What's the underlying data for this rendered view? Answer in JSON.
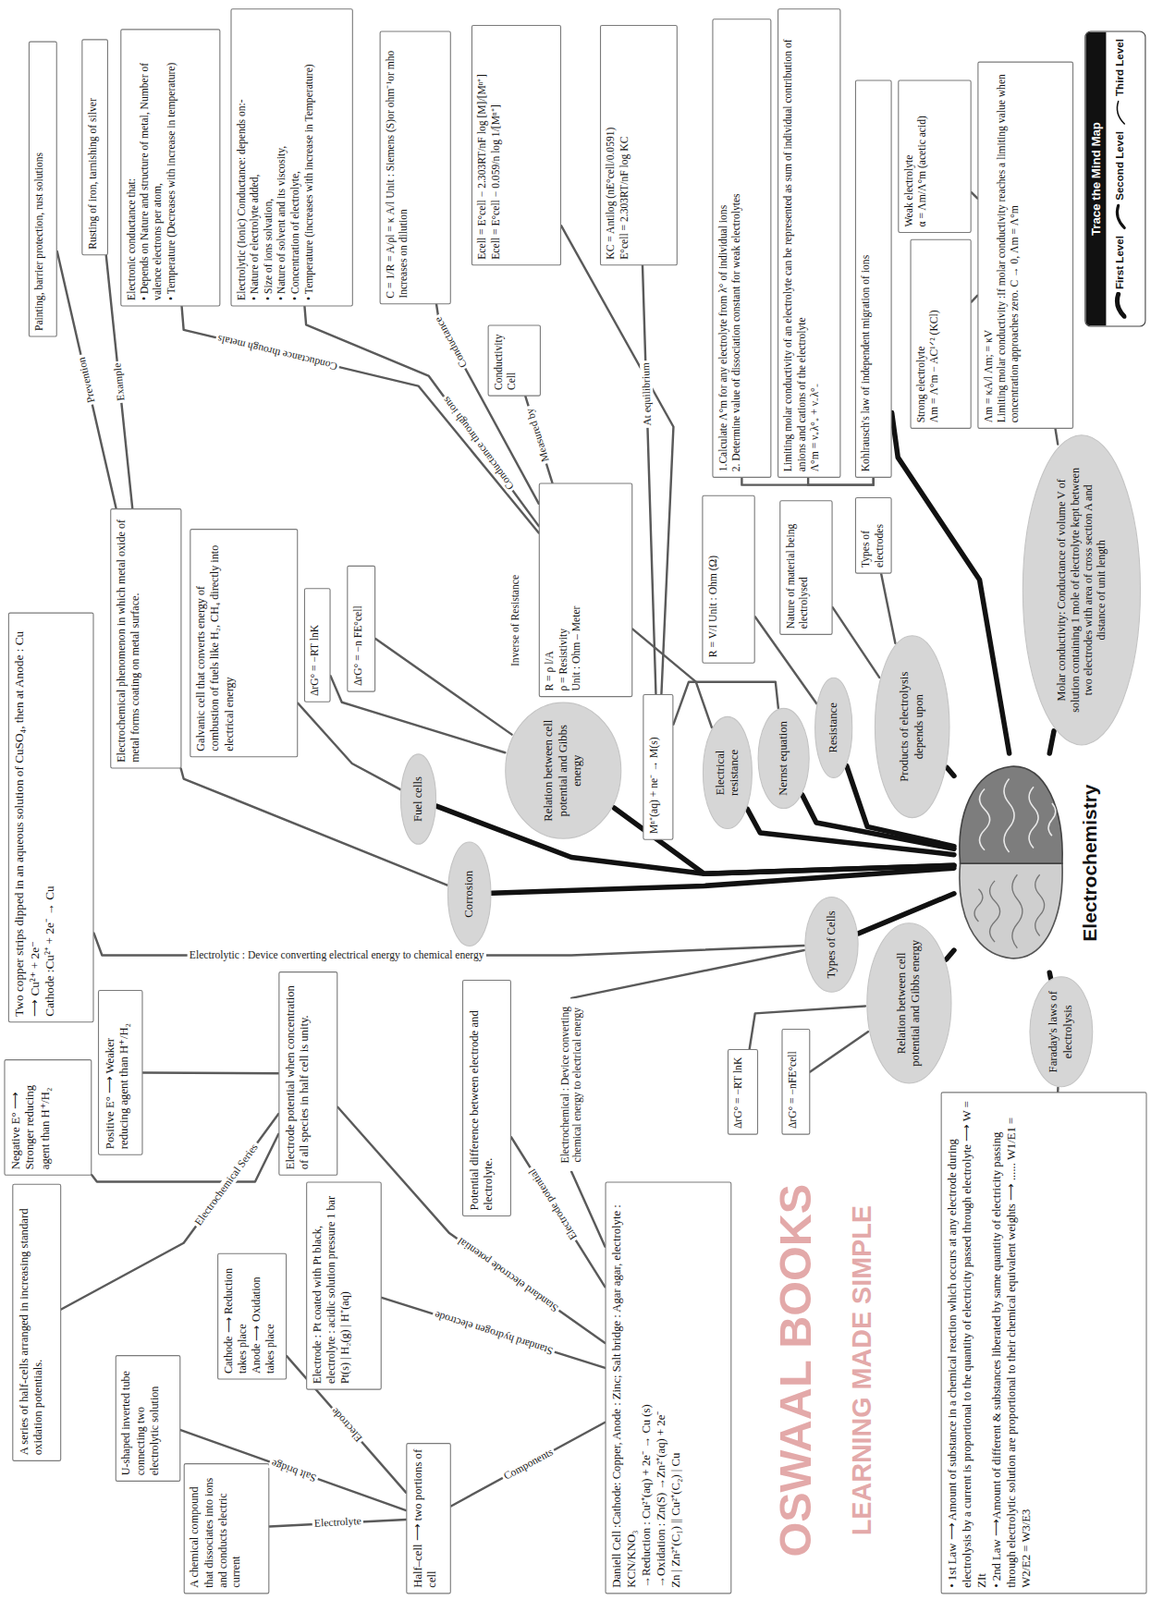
{
  "diagram": {
    "nodes": [
      {
        "text": [
          "Electrochemistry"
        ]
      },
      {
        "text": [
          "Painting, barrier protection, rust solutions"
        ]
      },
      {
        "text": [
          "Rusting of iron, tarnishing of silver"
        ]
      },
      {
        "text": [
          "Electronic conductance that:",
          "• Depends on Nature and structure of metal, Number of valence electrons per atom,",
          "• Temperature (Decreases with increase in temperature)"
        ]
      },
      {
        "text": [
          "Electrolytic (Ionic) Conductance: depends on:-",
          "• Nature of electrolyte added,",
          "• Size of ions solvation,",
          "• Nature of solvent and its viscosity,",
          "• Concentration of electrolyte,",
          "• Temperature (increases with increase in Temperature)"
        ]
      },
      {
        "text": [
          "C = 1/R = A/ρl = κ A/l Unit : Siemens (S)or ohm⁻¹or mho",
          "Increases on dilution"
        ]
      },
      {
        "text": [
          "Conductivity Cell"
        ]
      },
      {
        "text": [
          "Ecell = E°cell − 2.303RT/nF log [M]/[Mⁿ⁺]",
          "Ecell = E°cell − 0.059/n log 1/[Mⁿ⁺]"
        ]
      },
      {
        "text": [
          "KC = Antilog (nE°cell/0.0591)",
          "E°cell = 2.303RT/nF log KC"
        ]
      },
      {
        "text": [
          "1.Calculate Λ°m for any electrolyte from λ° of individual ions",
          "2. Determine value of dissociation constant for weak electrolytes"
        ]
      },
      {
        "text": [
          "Limiting molar conductivity of an electrolyte can be represented as sum of individual contribution of anions and cations of the electrolyte",
          "Λ°m = ν₊λ°₊ + ν₋λ°₋"
        ]
      },
      {
        "text": [
          "Kohlrausch's law of independent migration of ions"
        ]
      },
      {
        "text": [
          "Weak electrolyte",
          "α = Λm/Λ°m (acetic acid)"
        ]
      },
      {
        "text": [
          "Strong electrolyte",
          "Λm = Λ°m − AC¹ᐟ² (KCl)"
        ]
      },
      {
        "text": [
          "Λm = κA/l Λm; = κV",
          "Limiting molar conductivity :If molar conductivity reaches a limiting value when concentration approaches zero. C → 0, Λm = Λ°m"
        ]
      },
      {
        "text": [
          "R = ρ l/A",
          "ρ = Resistivity",
          "Unit : Ohm – Meter"
        ]
      },
      {
        "text": [
          "Mⁿ⁺(aq) + ne⁻ → M(s)"
        ]
      },
      {
        "text": [
          "R = V/I Unit : Ohm (Ω)"
        ]
      },
      {
        "text": [
          "Nature of material being electrolysed"
        ]
      },
      {
        "text": [
          "Types of electrodes"
        ]
      },
      {
        "text": [
          "Molar conductivity: Conductance of volume V of solution containing 1 mole of electrolyte kept between two electrodes with area of cross section A and distance of unit length"
        ]
      },
      {
        "text": [
          "Fuel cells"
        ]
      },
      {
        "text": [
          "Relation between cell potential and Gibbs energy"
        ]
      },
      {
        "text": [
          "Electrical resistance"
        ]
      },
      {
        "text": [
          "Nernst equation"
        ]
      },
      {
        "text": [
          "Resistance"
        ]
      },
      {
        "text": [
          "Products of electrolysis depends upon"
        ]
      },
      {
        "text": [
          "Corrosion"
        ]
      },
      {
        "text": [
          "Types of Cells"
        ]
      },
      {
        "text": [
          "Relation between cell potential and Gibbs energy"
        ]
      },
      {
        "text": [
          "Faraday's laws of electrolysis"
        ]
      },
      {
        "text": [
          "Galvanic cell that converts energy of combustion of fuels like H₂, CH₄ directly into electrical energy"
        ]
      },
      {
        "text": [
          "ΔrG° = −RT lnK"
        ]
      },
      {
        "text": [
          "ΔrG° = −n FE°cell"
        ]
      },
      {
        "text": [
          "Electrochemical phenomenon in which metal oxide of metal forms coating on metal surface."
        ]
      },
      {
        "text": [
          "Two copper strips dipped in an aqueous solution of CuSO₄, then at Anode : Cu ⟶ Cu²⁺ + 2e⁻",
          "Cathode :Cu²⁺ + 2e⁻ → Cu"
        ]
      },
      {
        "text": [
          "Positive E° ⟶ Weaker reducing agent than H⁺/H₂"
        ]
      },
      {
        "text": [
          "Negative E° ⟶ Stronger reducing agent than H⁺/H₂"
        ]
      },
      {
        "text": [
          "Electrode potential when concentration of all species in half cell is unity."
        ]
      },
      {
        "text": [
          "Potential difference between electrode and electrolyte."
        ]
      },
      {
        "text": [
          "A series of half-cells arranged in increasing standard oxidation potentials."
        ]
      },
      {
        "text": [
          "Electrode : Pt coated with Pt black, electrolyte : acidic solution pressure 1 bar Pt(s) | H₂(g) | H⁺(aq)"
        ]
      },
      {
        "text": [
          "U-shaped inverted tube connecting two electrolytic solution"
        ]
      },
      {
        "text": [
          "Cathode ⟶ Reduction takes place",
          "Anode ⟶ Oxidation takes place"
        ]
      },
      {
        "text": [
          "A chemical compound that dissociates into ions and conducts electric current"
        ]
      },
      {
        "text": [
          "Half–cell ⟶ two portions of cell"
        ]
      },
      {
        "text": [
          "Daniell Cell :Cathode: Copper, Anode : Zinc; Salt bridge : Agar agar, electrolyte : KCN/KNO₃",
          "→Reduction : Cu²⁺(aq) + 2e⁻ → Cu (s)",
          "→Oxidation : Zn(S) →Zn²⁺(aq) + 2e⁻",
          "Zn | Zn²⁺(C₁) || Cu²⁺(C₂) | Cu"
        ]
      },
      {
        "text": [
          "ΔrG° = −RT lnK"
        ]
      },
      {
        "text": [
          "ΔrG° = −nFE°cell"
        ]
      },
      {
        "text": [
          "• 1st Law ⟶ Amount of substance in a chemical reaction which occurs at any electrode during electrolysis by a current is proportional to the quantity of electricity passed through electrolyte ⟶ W = ZIt",
          "• 2nd Law ⟶Amount of different & substances liberated by same quantity of electricity passing through electrolytic solution are proportional to their chemical equivalent weights ⟶ ...... W1/E1 = W2/E2 = W3/E3"
        ]
      }
    ],
    "edges": [
      {
        "from": 0,
        "to": 27,
        "arrow": "none"
      },
      {
        "from": 27,
        "to": 34,
        "arrow": "none"
      },
      {
        "from": 34,
        "to": 1,
        "label": "Prevention",
        "arrow": "none"
      },
      {
        "from": 34,
        "to": 2,
        "label": "Example",
        "arrow": "none"
      },
      {
        "from": 0,
        "to": 21,
        "arrow": "none"
      },
      {
        "from": 21,
        "to": 31,
        "arrow": "none"
      },
      {
        "from": 0,
        "to": 22,
        "arrow": "none"
      },
      {
        "from": 22,
        "to": 32,
        "arrow": "none"
      },
      {
        "from": 22,
        "to": 33,
        "arrow": "none"
      },
      {
        "from": 0,
        "to": 23,
        "arrow": "none"
      },
      {
        "from": 23,
        "to": 15,
        "arrow": "none"
      },
      {
        "from": 15,
        "to": 6,
        "label": "Measured by",
        "arrow": "none"
      },
      {
        "from": 15,
        "to": 3,
        "label": "Conductance through metals",
        "arrow": "none"
      },
      {
        "from": 15,
        "to": 4,
        "label": "Conductance through ions",
        "arrow": "none"
      },
      {
        "from": 15,
        "to": 5,
        "label": "Conductance",
        "arrow": "none"
      },
      {
        "from": 0,
        "to": 24,
        "arrow": "none"
      },
      {
        "from": 24,
        "to": 16,
        "arrow": "none"
      },
      {
        "from": 16,
        "to": 7,
        "arrow": "none"
      },
      {
        "from": 16,
        "to": 8,
        "label": "At equilibrium",
        "arrow": "none"
      },
      {
        "from": 0,
        "to": 25,
        "arrow": "none"
      },
      {
        "from": 25,
        "to": 17,
        "arrow": "none"
      },
      {
        "from": 0,
        "to": 26,
        "arrow": "none"
      },
      {
        "from": 26,
        "to": 18,
        "arrow": "none"
      },
      {
        "from": 26,
        "to": 19,
        "arrow": "none"
      },
      {
        "from": 0,
        "to": 11,
        "arrow": "none"
      },
      {
        "from": 11,
        "to": 10,
        "arrow": "none"
      },
      {
        "from": 11,
        "to": 9,
        "arrow": "none"
      },
      {
        "from": 0,
        "to": 20,
        "arrow": "none"
      },
      {
        "from": 20,
        "to": 14,
        "arrow": "none"
      },
      {
        "from": 14,
        "to": 13,
        "arrow": "none"
      },
      {
        "from": 14,
        "to": 12,
        "arrow": "none"
      },
      {
        "from": 0,
        "to": 28,
        "arrow": "none"
      },
      {
        "from": 28,
        "to": 35,
        "label": "Electrolytic : Device converting electrical energy to chemical energy",
        "arrow": "none"
      },
      {
        "from": 28,
        "to": 46,
        "label": "Electrochemical : Device converting chemical energy to electrical energy",
        "arrow": "none"
      },
      {
        "from": 46,
        "to": 39,
        "label": "Electrode potential",
        "arrow": "none"
      },
      {
        "from": 46,
        "to": 38,
        "label": "Standard electrode potential",
        "arrow": "none"
      },
      {
        "from": 38,
        "to": 36,
        "arrow": "none"
      },
      {
        "from": 38,
        "to": 37,
        "arrow": "none"
      },
      {
        "from": 38,
        "to": 40,
        "label": "Electrochemical Series",
        "arrow": "none"
      },
      {
        "from": 46,
        "to": 41,
        "label": "Standard hydrogen electrode",
        "arrow": "none"
      },
      {
        "from": 46,
        "to": 45,
        "label": "Components",
        "arrow": "none"
      },
      {
        "from": 45,
        "to": 44,
        "label": "Electrolyte",
        "arrow": "none"
      },
      {
        "from": 45,
        "to": 43,
        "label": "Electrode",
        "arrow": "none"
      },
      {
        "from": 45,
        "to": 42,
        "label": "Salt bridge",
        "arrow": "none"
      },
      {
        "from": 0,
        "to": 29,
        "arrow": "none"
      },
      {
        "from": 29,
        "to": 47,
        "arrow": "none"
      },
      {
        "from": 29,
        "to": 48,
        "arrow": "none"
      },
      {
        "from": 0,
        "to": 30,
        "arrow": "none"
      },
      {
        "from": 30,
        "to": 49,
        "arrow": "none"
      }
    ],
    "labels": [
      "Inverse of Resistance",
      "Trace the Mind Map",
      "OSWAAL BOOKS",
      "LEARNING MADE SIMPLE"
    ],
    "legend": [
      {
        "text": "First Level"
      },
      {
        "text": "Second Level"
      },
      {
        "text": "Third Level"
      }
    ]
  }
}
